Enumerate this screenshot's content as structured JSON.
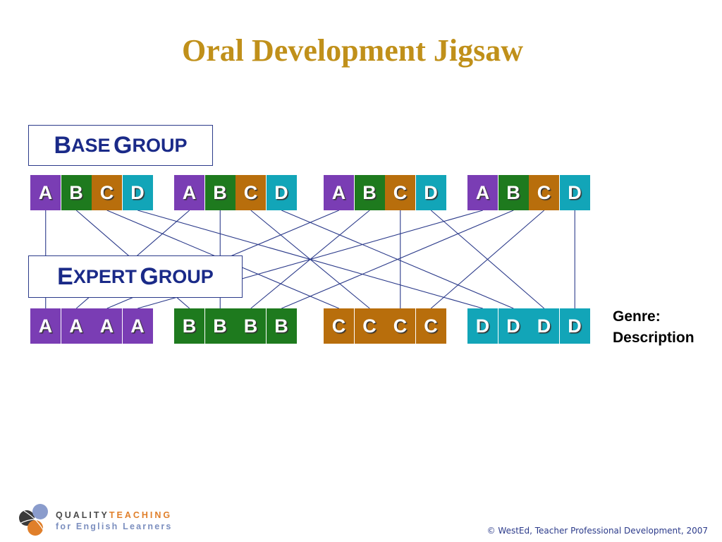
{
  "title": "Oral Development Jigsaw",
  "base_group_label": {
    "initial1": "B",
    "rest1": "ASE",
    "initial2": "G",
    "rest2": "ROUP"
  },
  "expert_group_label": {
    "initial1": "E",
    "rest1": "XPERT",
    "initial2": "G",
    "rest2": "ROUP"
  },
  "colors": {
    "A": "#7a3db4",
    "B": "#1e7a1e",
    "C": "#b86e0c",
    "D": "#12a5b8",
    "lines": "#2b3a8a"
  },
  "base_groups": [
    [
      "A",
      "B",
      "C",
      "D"
    ],
    [
      "A",
      "B",
      "C",
      "D"
    ],
    [
      "A",
      "B",
      "C",
      "D"
    ],
    [
      "A",
      "B",
      "C",
      "D"
    ]
  ],
  "expert_groups": [
    [
      "A",
      "A",
      "A",
      "A"
    ],
    [
      "B",
      "B",
      "B",
      "B"
    ],
    [
      "C",
      "C",
      "C",
      "C"
    ],
    [
      "D",
      "D",
      "D",
      "D"
    ]
  ],
  "genre_note": {
    "line1": "Genre:",
    "line2": "Description"
  },
  "logo": {
    "line1_a": "QUALITY",
    "line1_b": "TEACHING",
    "line2": "for English Learners"
  },
  "copyright": "© WestEd, Teacher Professional Development, 2007"
}
